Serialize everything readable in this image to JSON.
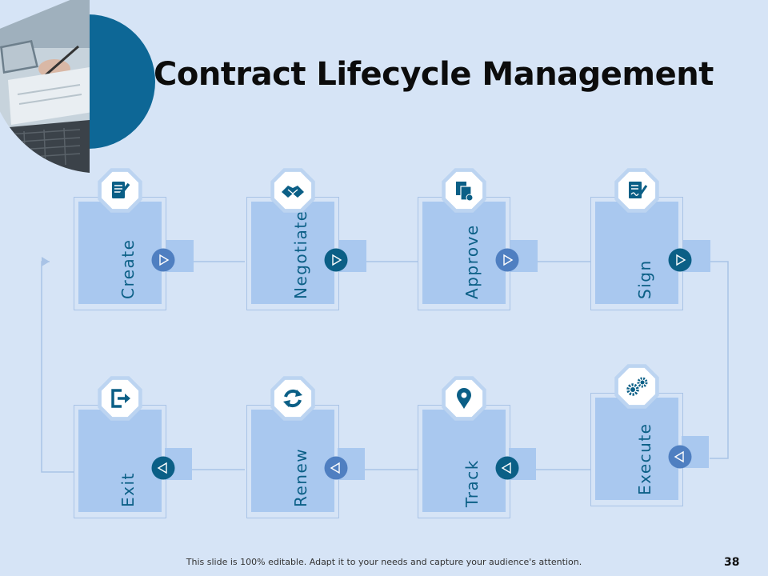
{
  "slide": {
    "title": "Contract Lifecycle Management",
    "footer": "This slide is 100% editable. Adapt it to your needs and capture your audience's attention.",
    "page_number": "38"
  },
  "colors": {
    "background": "#d6e4f6",
    "panel": "#a9c8ef",
    "frame": "#a9c3e6",
    "accent_dark": "#0b5f86",
    "accent_mid": "#4f7fc1",
    "connector": "#a9c3e6"
  },
  "stages": [
    {
      "label": "Create",
      "icon": "edit-document-icon",
      "arrow": "right",
      "arrow_style": "mid"
    },
    {
      "label": "Negotiate",
      "icon": "handshake-icon",
      "arrow": "right",
      "arrow_style": "dark"
    },
    {
      "label": "Approve",
      "icon": "documents-icon",
      "arrow": "right",
      "arrow_style": "mid"
    },
    {
      "label": "Sign",
      "icon": "sign-document-icon",
      "arrow": "right",
      "arrow_style": "dark"
    },
    {
      "label": "Execute",
      "icon": "gears-icon",
      "arrow": "left",
      "arrow_style": "mid"
    },
    {
      "label": "Track",
      "icon": "location-pin-icon",
      "arrow": "left",
      "arrow_style": "dark"
    },
    {
      "label": "Renew",
      "icon": "refresh-icon",
      "arrow": "left",
      "arrow_style": "mid"
    },
    {
      "label": "Exit",
      "icon": "exit-icon",
      "arrow": "left",
      "arrow_style": "dark"
    }
  ]
}
